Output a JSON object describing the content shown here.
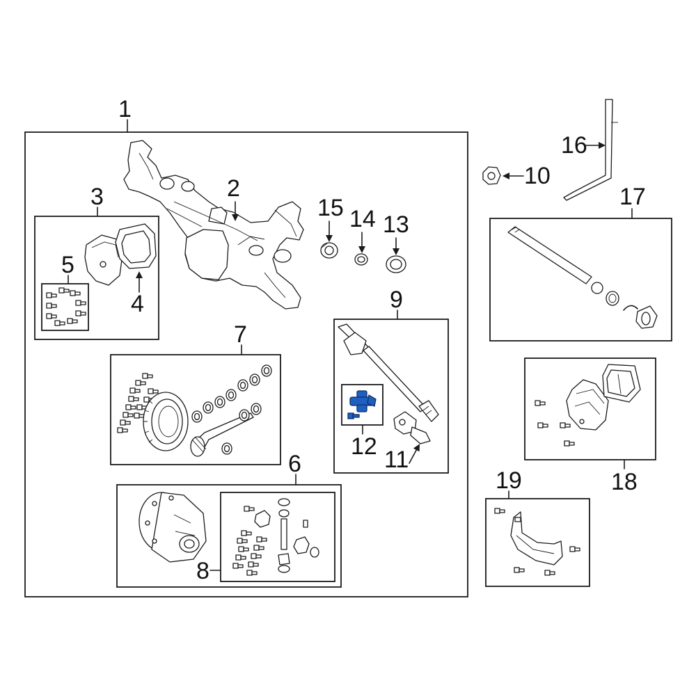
{
  "diagram": {
    "highlight_color": "#1f5fbf",
    "callouts": [
      {
        "id": "1",
        "label": "1"
      },
      {
        "id": "2",
        "label": "2"
      },
      {
        "id": "3",
        "label": "3"
      },
      {
        "id": "4",
        "label": "4"
      },
      {
        "id": "5",
        "label": "5"
      },
      {
        "id": "6",
        "label": "6"
      },
      {
        "id": "7",
        "label": "7"
      },
      {
        "id": "8",
        "label": "8"
      },
      {
        "id": "9",
        "label": "9"
      },
      {
        "id": "10",
        "label": "10"
      },
      {
        "id": "11",
        "label": "11"
      },
      {
        "id": "12",
        "label": "12",
        "highlighted": true
      },
      {
        "id": "13",
        "label": "13"
      },
      {
        "id": "14",
        "label": "14"
      },
      {
        "id": "15",
        "label": "15"
      },
      {
        "id": "16",
        "label": "16"
      },
      {
        "id": "17",
        "label": "17"
      },
      {
        "id": "18",
        "label": "18"
      },
      {
        "id": "19",
        "label": "19"
      }
    ]
  }
}
